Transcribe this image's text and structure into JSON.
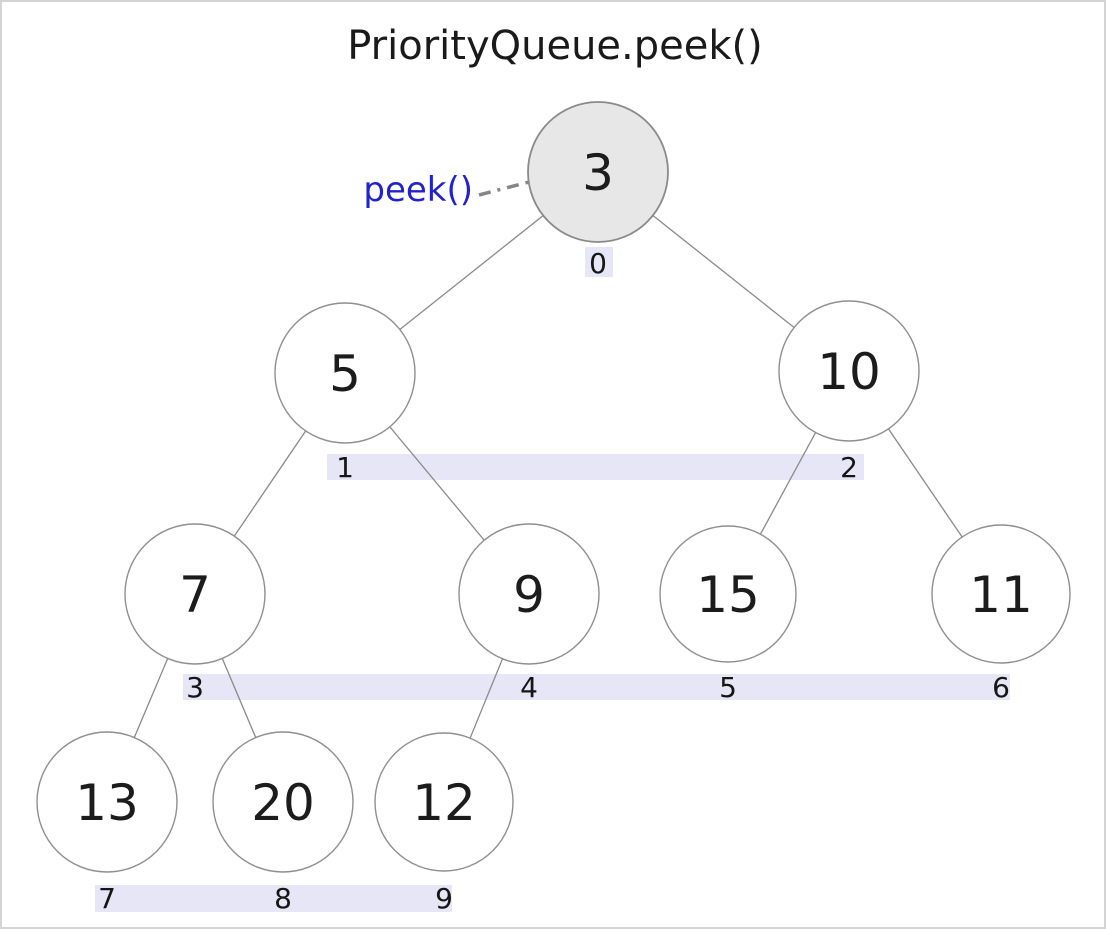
{
  "title": "PriorityQueue.peek()",
  "annotation": {
    "label": "peek()",
    "color": "#2222cc",
    "points_to_value": "3",
    "points_to_index": "0"
  },
  "heap": {
    "array": [
      3,
      5,
      10,
      7,
      9,
      15,
      11,
      13,
      20,
      12
    ],
    "nodes": [
      {
        "value": "3",
        "index": "0",
        "highlighted": true
      },
      {
        "value": "5",
        "index": "1",
        "highlighted": false
      },
      {
        "value": "10",
        "index": "2",
        "highlighted": false
      },
      {
        "value": "7",
        "index": "3",
        "highlighted": false
      },
      {
        "value": "9",
        "index": "4",
        "highlighted": false
      },
      {
        "value": "15",
        "index": "5",
        "highlighted": false
      },
      {
        "value": "11",
        "index": "6",
        "highlighted": false
      },
      {
        "value": "13",
        "index": "7",
        "highlighted": false
      },
      {
        "value": "20",
        "index": "8",
        "highlighted": false
      },
      {
        "value": "12",
        "index": "9",
        "highlighted": false
      }
    ],
    "edges": [
      [
        0,
        1
      ],
      [
        0,
        2
      ],
      [
        1,
        3
      ],
      [
        1,
        4
      ],
      [
        2,
        5
      ],
      [
        2,
        6
      ],
      [
        3,
        7
      ],
      [
        3,
        8
      ],
      [
        4,
        9
      ]
    ]
  },
  "colors": {
    "highlight_node_fill": "#e7e7e7",
    "node_fill": "#ffffff",
    "node_border": "#8f8f8f",
    "edge": "#8a8a8a",
    "index_band": "#e6e6f7",
    "annotation_blue": "#2222cc",
    "arrow_gray": "#868686",
    "text": "#1a1a1a"
  }
}
